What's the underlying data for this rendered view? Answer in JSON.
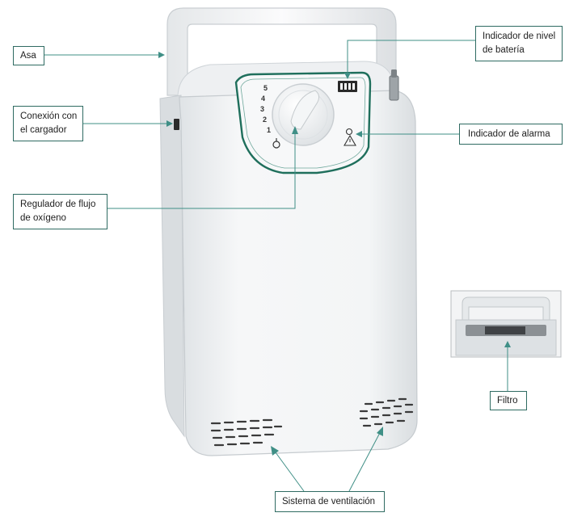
{
  "labels": {
    "handle": [
      "Asa"
    ],
    "charger": [
      "Conexión con",
      "el cargador"
    ],
    "flow": [
      "Regulador de flujo",
      "de oxígeno"
    ],
    "battery": [
      "Indicador de nivel",
      "de batería"
    ],
    "alarm": [
      "Indicador de alarma"
    ],
    "filter": [
      "Filtro"
    ],
    "ventilation": [
      "Sistema de ventilación"
    ]
  },
  "dial": {
    "marks": [
      "5",
      "4",
      "3",
      "2",
      "1"
    ]
  },
  "colors": {
    "leader": "#3f8f86",
    "label_border": "#2f6b62",
    "panel_trim": "#1f6f5c",
    "device_body": "#f2f4f5",
    "device_shadow": "#d4d8db"
  }
}
